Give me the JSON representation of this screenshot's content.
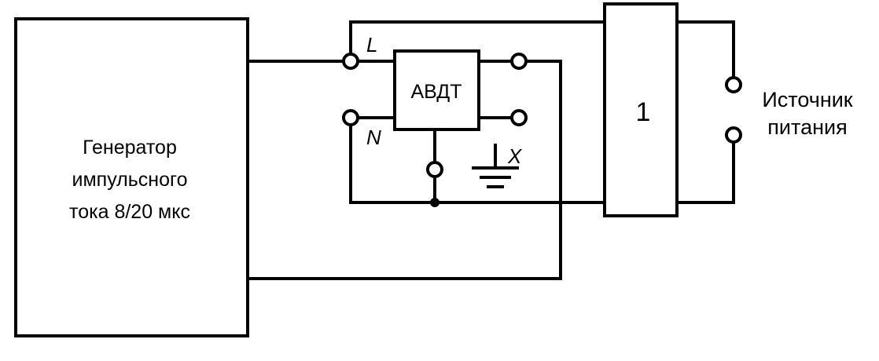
{
  "diagram": {
    "generator": {
      "line1": "Генератор",
      "line2": "импульсного",
      "line3": "тока 8/20 мкс"
    },
    "device": {
      "label": "АВДТ"
    },
    "block1": {
      "label": "1"
    },
    "power_source": {
      "line1": "Источник",
      "line2": "питания"
    },
    "terminals": {
      "line": "L",
      "neutral": "N",
      "ground": "X"
    }
  }
}
